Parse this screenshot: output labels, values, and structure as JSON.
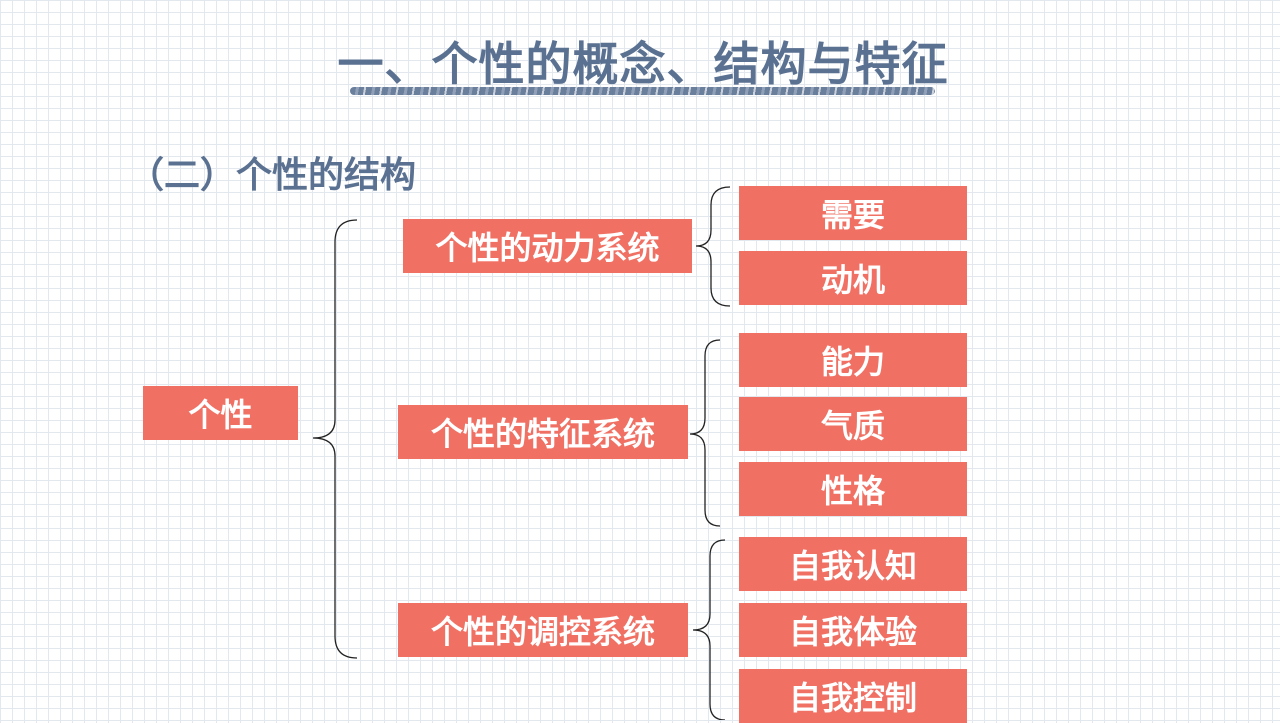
{
  "title": "一、个性的概念、结构与特征",
  "subtitle": "（二）个性的结构",
  "root": "个性",
  "colors": {
    "box": "#f07064",
    "heading": "#5a7191"
  },
  "systems": [
    {
      "label": "个性的动力系统",
      "items": [
        "需要",
        "动机"
      ]
    },
    {
      "label": "个性的特征系统",
      "items": [
        "能力",
        "气质",
        "性格"
      ]
    },
    {
      "label": "个性的调控系统",
      "items": [
        "自我认知",
        "自我体验",
        "自我控制"
      ]
    }
  ]
}
